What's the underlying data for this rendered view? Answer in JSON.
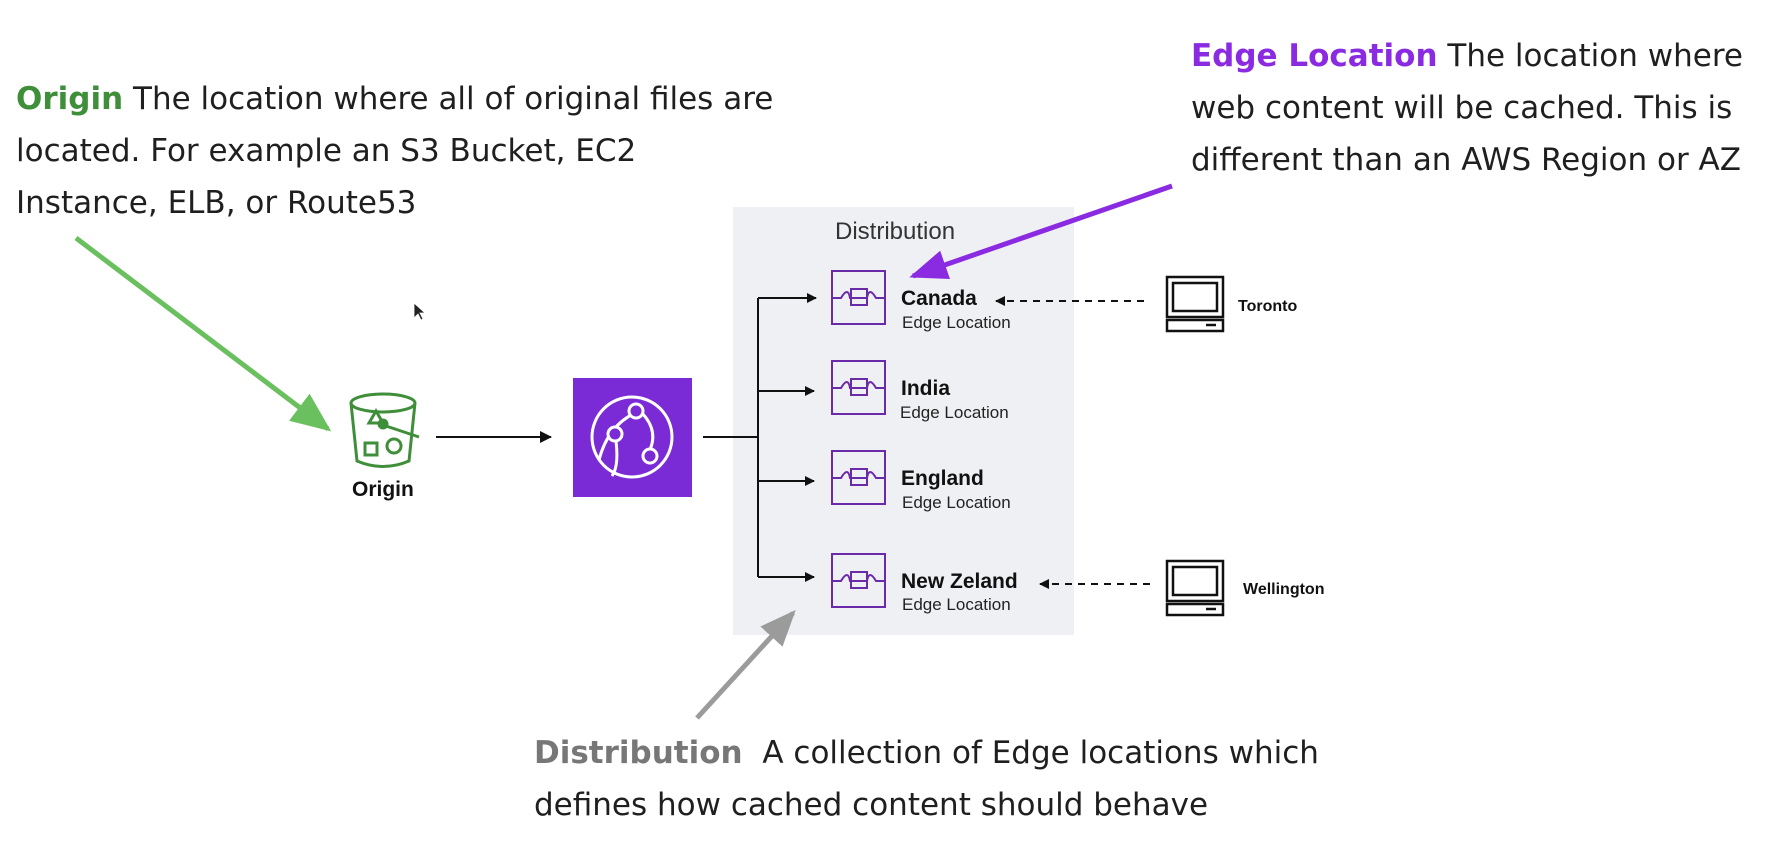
{
  "colors": {
    "origin_green": "#3f8f3a",
    "origin_arrow": "#6abf5e",
    "edge_purple": "#8a2be2",
    "edge_icon": "#6b2aa8",
    "distribution_gray": "#777777",
    "distribution_arrow": "#9b9b9b",
    "panel_bg": "#eff0f3",
    "cloudfront_tile": "#7a2bd6"
  },
  "callouts": {
    "origin": {
      "term": "Origin",
      "text": " The location where all of original files are located. For example an S3 Bucket, EC2 Instance, ELB, or Route53"
    },
    "edge_location": {
      "term": "Edge Location",
      "text": " The location where web content will be cached. This is different than an AWS Region or AZ"
    },
    "distribution": {
      "term": "Distribution",
      "text": "  A collection of Edge locations which defines how cached content should behave"
    }
  },
  "diagram": {
    "origin_label": "Origin",
    "origin_icon": "s3-bucket-icon",
    "cloudfront_icon": "cloudfront-icon",
    "distribution_title": "Distribution",
    "edge_icon": "edge-location-icon",
    "client_icon": "laptop-icon",
    "locations": [
      {
        "name": "Canada",
        "sub": "Edge Location"
      },
      {
        "name": "India",
        "sub": "Edge Location"
      },
      {
        "name": "England",
        "sub": "Edge Location"
      },
      {
        "name": "New Zeland",
        "sub": "Edge Location"
      }
    ],
    "clients": [
      {
        "name": "Toronto"
      },
      {
        "name": "Wellington"
      }
    ]
  }
}
